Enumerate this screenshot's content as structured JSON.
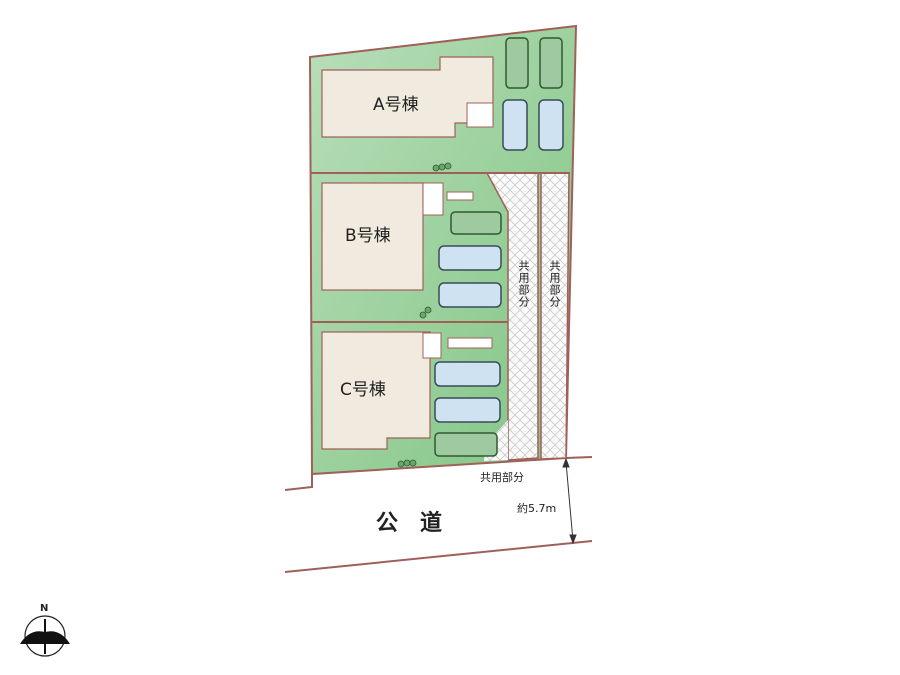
{
  "buildings": {
    "a": "A号棟",
    "b": "B号棟",
    "c": "C号棟"
  },
  "common_area_labels": {
    "strip_left": "共用部分",
    "strip_right": "共用部分",
    "bottom": "共用部分"
  },
  "road": {
    "label": "公道",
    "width_label": "約5.7m"
  },
  "compass": {
    "north_label": "N"
  },
  "colors": {
    "lot": "#8fcb8f",
    "boundary": "#a0605a",
    "building": "#f1ebdf",
    "car_blue": "#cfe2f2",
    "car_dark": "#2f5a33"
  }
}
